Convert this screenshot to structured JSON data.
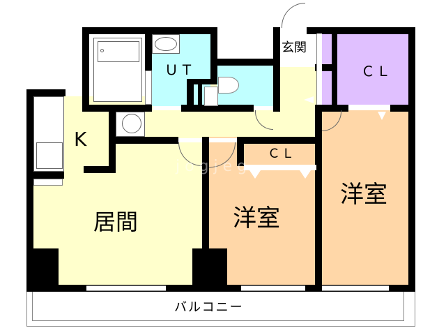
{
  "floorplan": {
    "rooms": {
      "kitchen": {
        "label": "K"
      },
      "living": {
        "label": "居間"
      },
      "unit_bath_toilet": {
        "label": "ＵＴ"
      },
      "entrance": {
        "label": "玄関"
      },
      "closet_north": {
        "label": "ＣＬ"
      },
      "closet_middle": {
        "label": "ＣＬ"
      },
      "western_room_middle": {
        "label": "洋室"
      },
      "western_room_east": {
        "label": "洋室"
      },
      "balcony": {
        "label": "バルコニー"
      }
    },
    "watermark": "j o g j e g",
    "colors": {
      "wall": "#000000",
      "living_kitchen_hall": "#ffffcc",
      "wet_area": "#c0ffff",
      "western_room": "#ffd7a8",
      "closet": "#e0c0ff"
    }
  }
}
